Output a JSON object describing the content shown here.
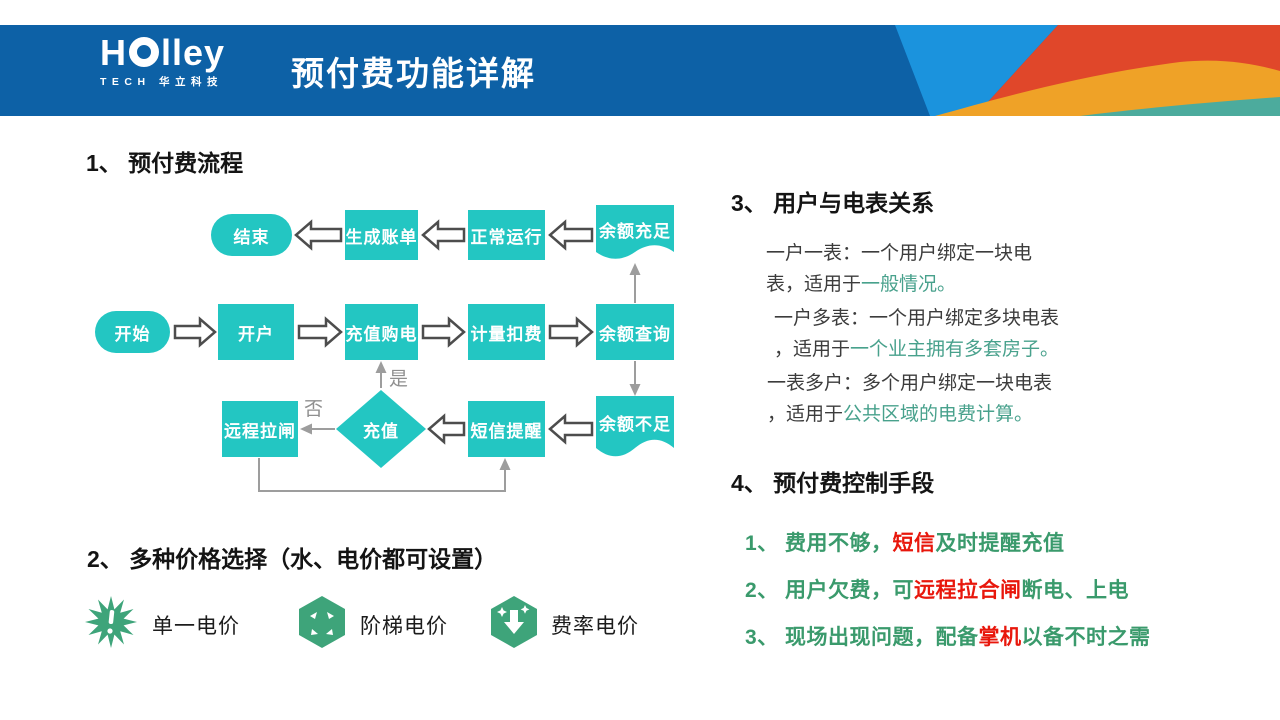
{
  "header": {
    "logo_part1": "H",
    "logo_part2": "lley",
    "logo_sub": "TECH 华立科技",
    "title": "预付费功能详解"
  },
  "flowchart": {
    "heading": "1、 预付费流程",
    "nodes": {
      "start": "开始",
      "open_account": "开户",
      "purchase": "充值购电",
      "metering": "计量扣费",
      "balance_query": "余额查询",
      "end": "结束",
      "generate_bill": "生成账单",
      "normal_operation": "正常运行",
      "balance_sufficient": "余额充足",
      "remote_trip": "远程拉闸",
      "recharge_decision": "充值",
      "sms_reminder": "短信提醒",
      "balance_insufficient": "余额不足"
    },
    "branch_labels": {
      "yes": "是",
      "no": "否"
    }
  },
  "pricing": {
    "heading": "2、 多种价格选择（水、电价都可设置）",
    "items": [
      {
        "icon": "burst-exclamation-icon",
        "label": "单一电价"
      },
      {
        "icon": "hexagon-cube-icon",
        "label": "阶梯电价"
      },
      {
        "icon": "hexagon-arrow-icon",
        "label": "费率电价"
      }
    ]
  },
  "user_meter": {
    "heading": "3、 用户与电表关系",
    "bullets": [
      {
        "line1": "一户一表：一个用户绑定一块电",
        "line2": "表，适用于",
        "highlight": "一般情况。"
      },
      {
        "line1": "一户多表：一个用户绑定多块电表",
        "line2": "，适用于",
        "highlight": "一个业主拥有多套房子。"
      },
      {
        "line1": "一表多户：多个用户绑定一块电表",
        "line2": "，适用于",
        "highlight": "公共区域的电费计算。"
      }
    ]
  },
  "control": {
    "heading": "4、 预付费控制手段",
    "items": [
      {
        "pre": "1、 费用不够，",
        "red": "短信",
        "post": "及时提醒充值"
      },
      {
        "pre": "2、 用户欠费，可",
        "red": "远程拉合闸",
        "post": "断电、上电"
      },
      {
        "pre": "3、 现场出现问题，配备",
        "red": "掌机",
        "post": "以备不时之需"
      }
    ]
  },
  "colors": {
    "header_blue": "#0d61a6",
    "band_lightblue": "#1b93dd",
    "band_red": "#e0472a",
    "band_yellow": "#efa227",
    "band_teal": "#4cab9d",
    "node_teal": "#23c6c2",
    "highlight_green": "#48a18c",
    "list_green": "#3a9a6c",
    "alert_red": "#e8170c",
    "icon_green": "#3ea47a"
  }
}
